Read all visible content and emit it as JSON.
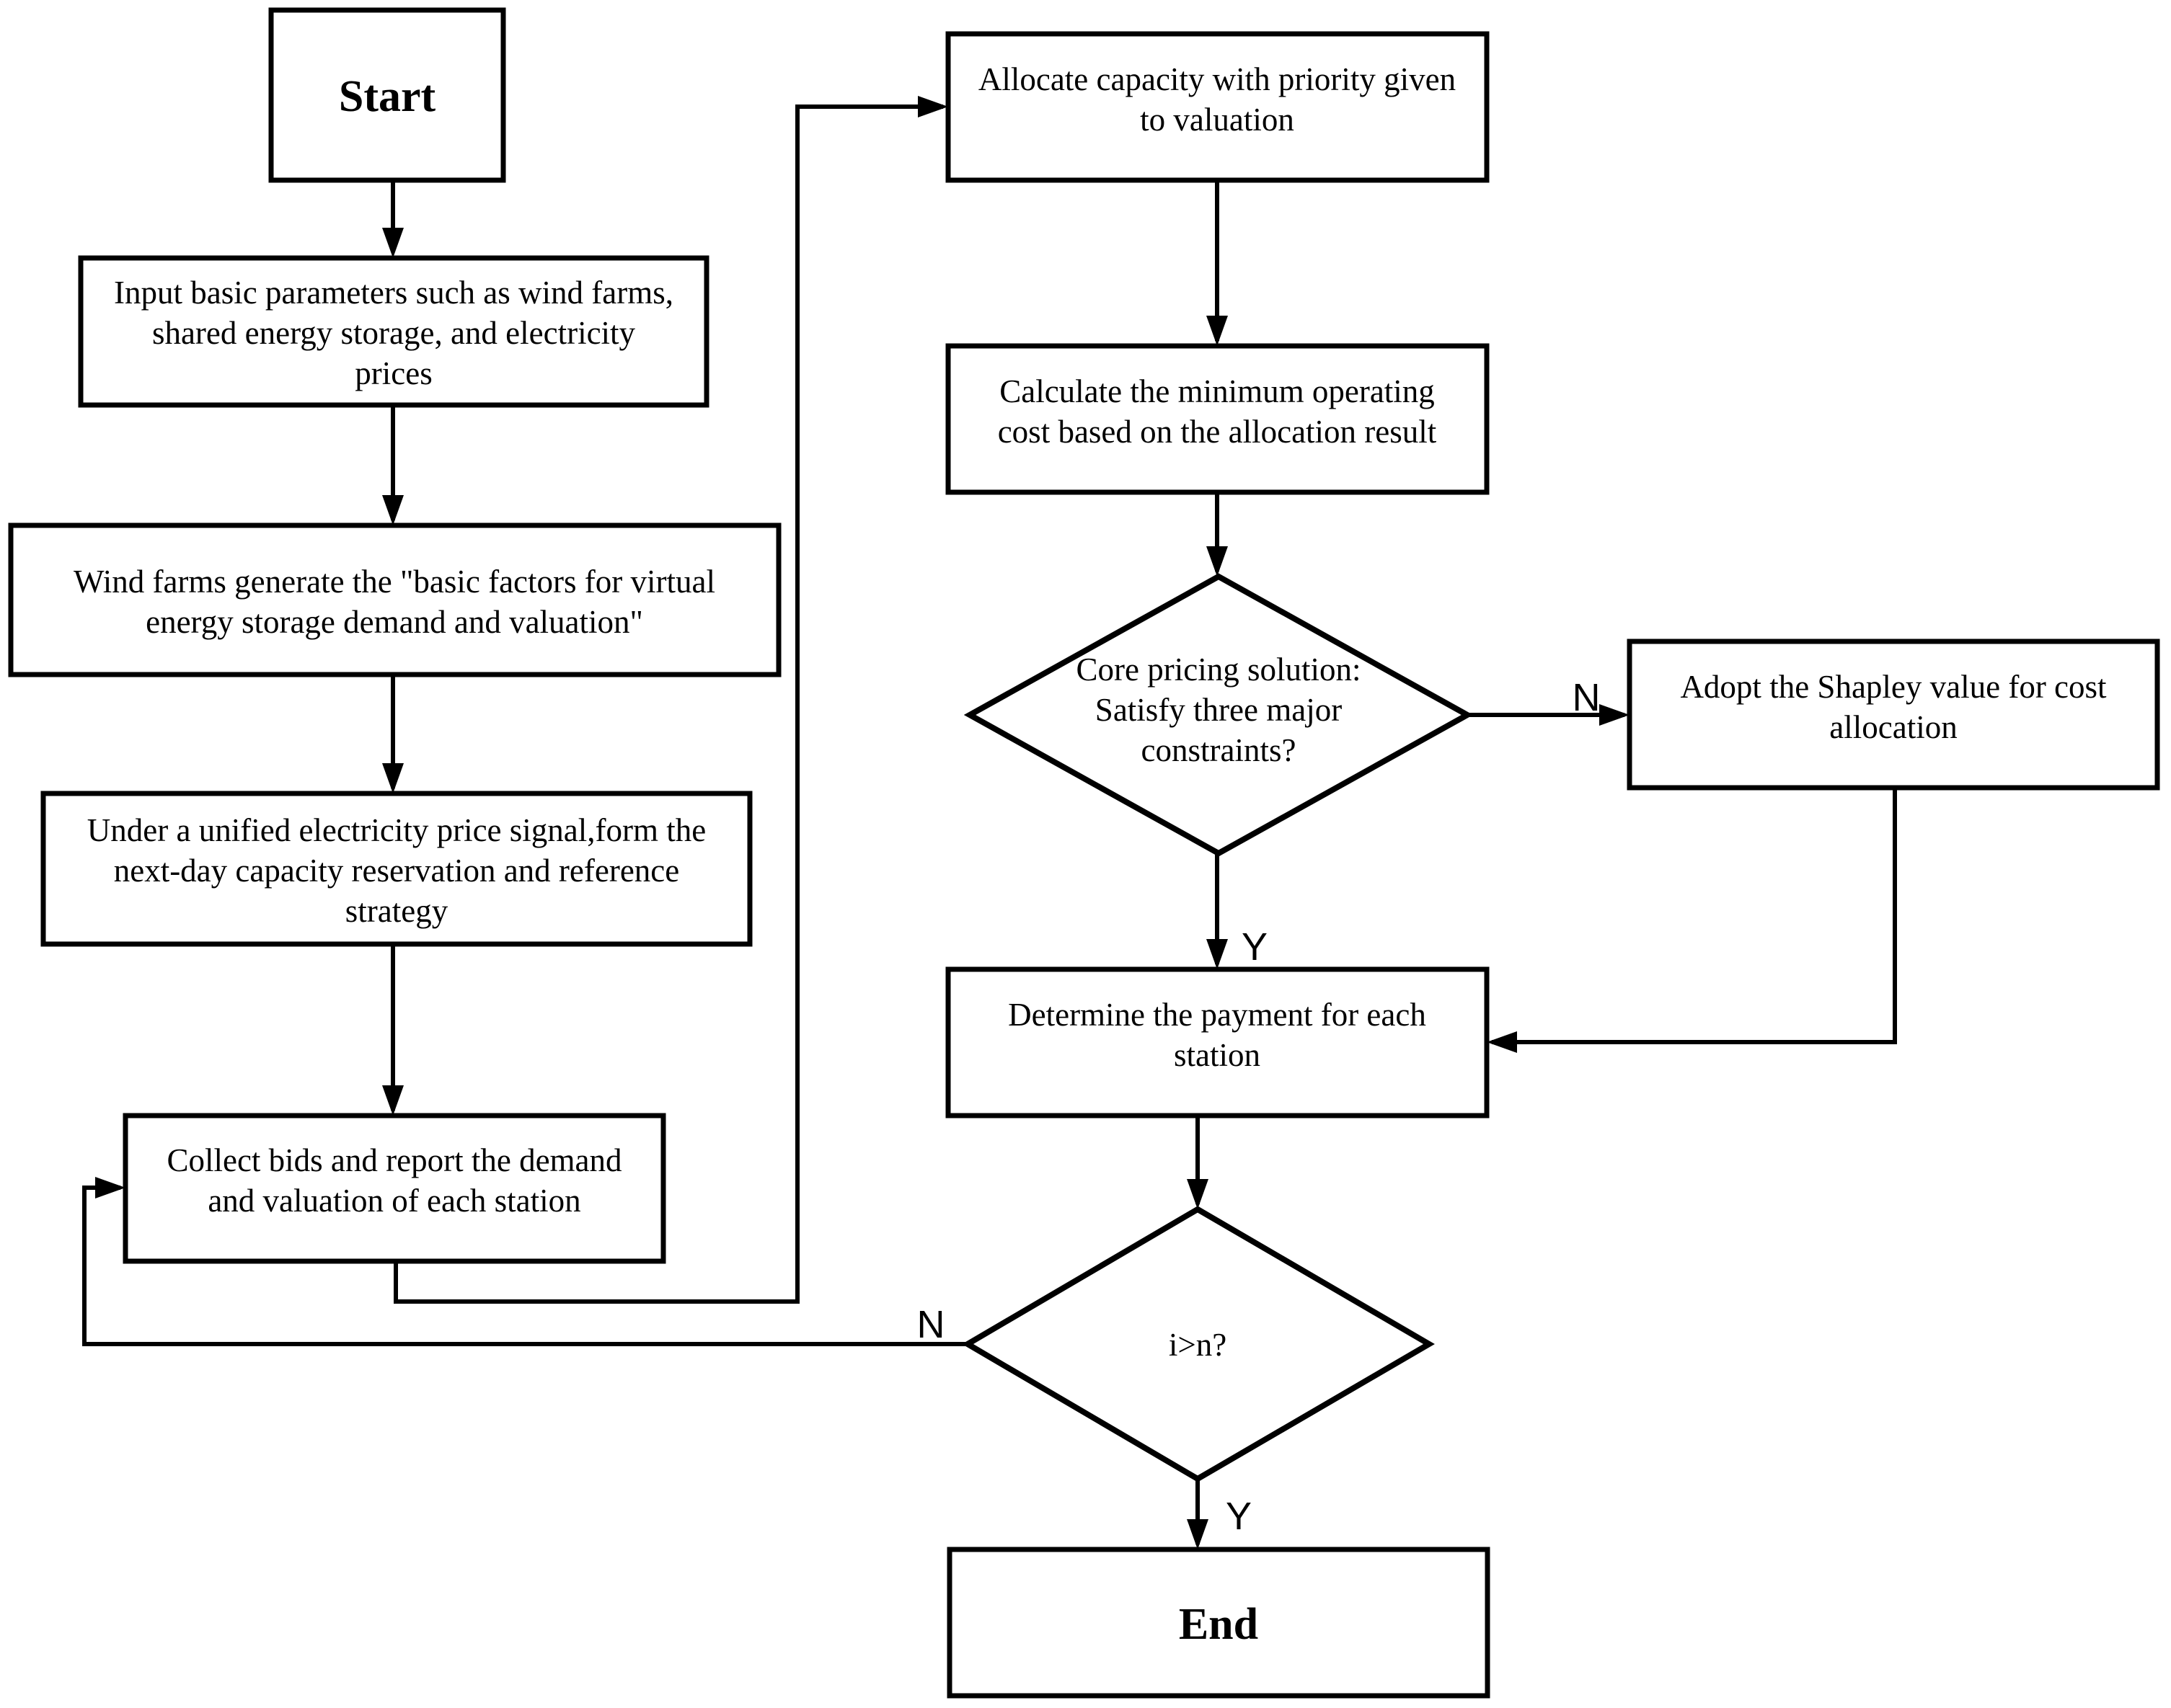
{
  "flowchart": {
    "background_color": "#ffffff",
    "stroke_color": "#000000",
    "text_color": "#000000",
    "nodes": {
      "start": {
        "type": "terminator",
        "label": "Start"
      },
      "input_params": {
        "type": "process",
        "lines": [
          "Input basic parameters such as wind farms,",
          "shared energy storage, and electricity",
          "prices"
        ]
      },
      "wind_farms": {
        "type": "process",
        "lines": [
          "Wind farms generate the \"basic factors for virtual",
          "energy storage demand and valuation\""
        ]
      },
      "unified_price": {
        "type": "process",
        "lines": [
          "Under a unified electricity price signal,form the",
          "next-day capacity reservation and reference",
          "strategy"
        ]
      },
      "collect_bids": {
        "type": "process",
        "lines": [
          "Collect bids and report the demand",
          "and valuation of each station"
        ]
      },
      "allocate_capacity": {
        "type": "process",
        "lines": [
          "Allocate capacity with priority given",
          "to valuation"
        ]
      },
      "calculate_cost": {
        "type": "process",
        "lines": [
          "Calculate the minimum operating",
          "cost based on the allocation result"
        ]
      },
      "core_pricing_decision": {
        "type": "decision",
        "lines": [
          "Core pricing solution:",
          "Satisfy three major",
          "constraints?"
        ]
      },
      "adopt_shapley": {
        "type": "process",
        "lines": [
          "Adopt the Shapley value for cost",
          "allocation"
        ]
      },
      "determine_payment": {
        "type": "process",
        "lines": [
          "Determine the payment for each",
          "station"
        ]
      },
      "iteration_decision": {
        "type": "decision",
        "label": "i>n?"
      },
      "end": {
        "type": "terminator",
        "label": "End"
      }
    },
    "edge_labels": {
      "core_no": "N",
      "core_yes": "Y",
      "iter_no": "N",
      "iter_yes": "Y"
    }
  }
}
